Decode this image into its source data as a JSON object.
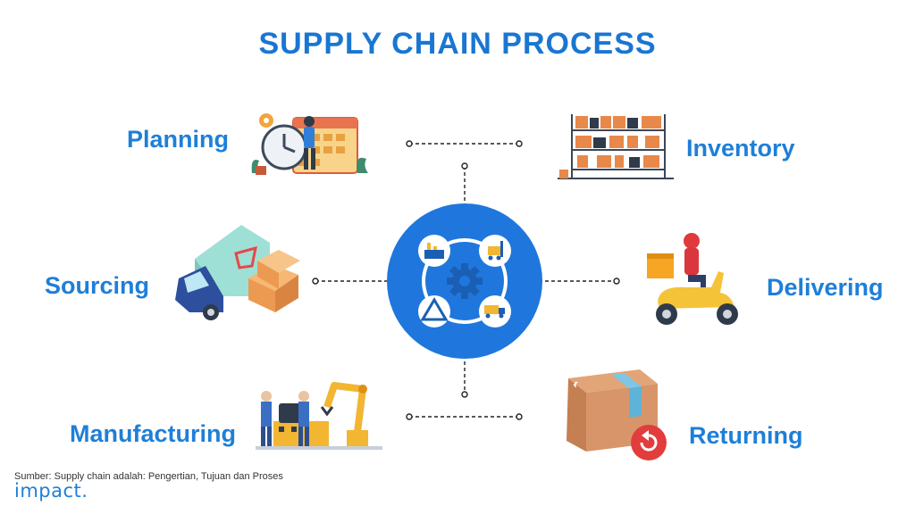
{
  "title": "SUPPLY CHAIN PROCESS",
  "stages": {
    "planning": "Planning",
    "inventory": "Inventory",
    "sourcing": "Sourcing",
    "delivering": "Delivering",
    "manufacturing": "Manufacturing",
    "returning": "Returning"
  },
  "footer": {
    "source": "Sumber: Supply chain adalah: Pengertian, Tujuan dan Proses",
    "brand": "impact."
  },
  "colors": {
    "title": "#1976d2",
    "label": "#1e7fd8",
    "hub": "#1f77dd"
  },
  "icons": {
    "planning": "calendar-clock-icon",
    "inventory": "warehouse-shelves-icon",
    "sourcing": "delivery-truck-icon",
    "delivering": "courier-scooter-icon",
    "manufacturing": "factory-robot-arm-icon",
    "returning": "return-box-icon",
    "hub": "supply-chain-gear-icon"
  }
}
